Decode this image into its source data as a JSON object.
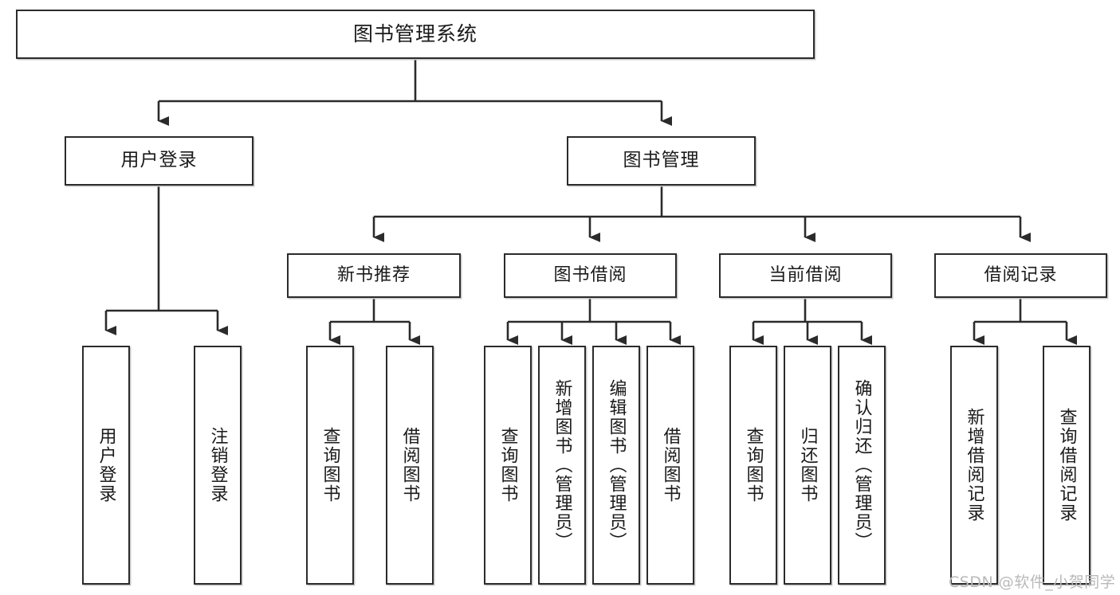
{
  "diagram": {
    "title": "图书管理系统",
    "type": "tree-structure-chart",
    "root": {
      "label": "图书管理系统"
    },
    "level1": [
      {
        "label": "用户登录"
      },
      {
        "label": "图书管理"
      }
    ],
    "level2": [
      {
        "label": "新书推荐"
      },
      {
        "label": "图书借阅"
      },
      {
        "label": "当前借阅"
      },
      {
        "label": "借阅记录"
      }
    ],
    "leaves": {
      "user_login": [
        {
          "label": "用户登录"
        },
        {
          "label": "注销登录"
        }
      ],
      "new_book_recommend": [
        {
          "label": "查询图书"
        },
        {
          "label": "借阅图书"
        }
      ],
      "book_borrow": [
        {
          "label": "查询图书"
        },
        {
          "label": "新增图书（管理员）"
        },
        {
          "label": "编辑图书（管理员）"
        },
        {
          "label": "借阅图书"
        }
      ],
      "current_borrow": [
        {
          "label": "查询图书"
        },
        {
          "label": "归还图书"
        },
        {
          "label": "确认归还（管理员）"
        }
      ],
      "borrow_record": [
        {
          "label": "新增借阅记录"
        },
        {
          "label": "查询借阅记录"
        }
      ]
    }
  },
  "watermark": {
    "text": "CSDN @软件_小贺同学"
  },
  "colors": {
    "box_border": "#2b2b2b",
    "box_fill": "#ffffff",
    "connector": "#2b2b2b",
    "text": "#1a1a1a",
    "watermark": "#b9b9b9",
    "shadow": "#c9c9c9"
  }
}
